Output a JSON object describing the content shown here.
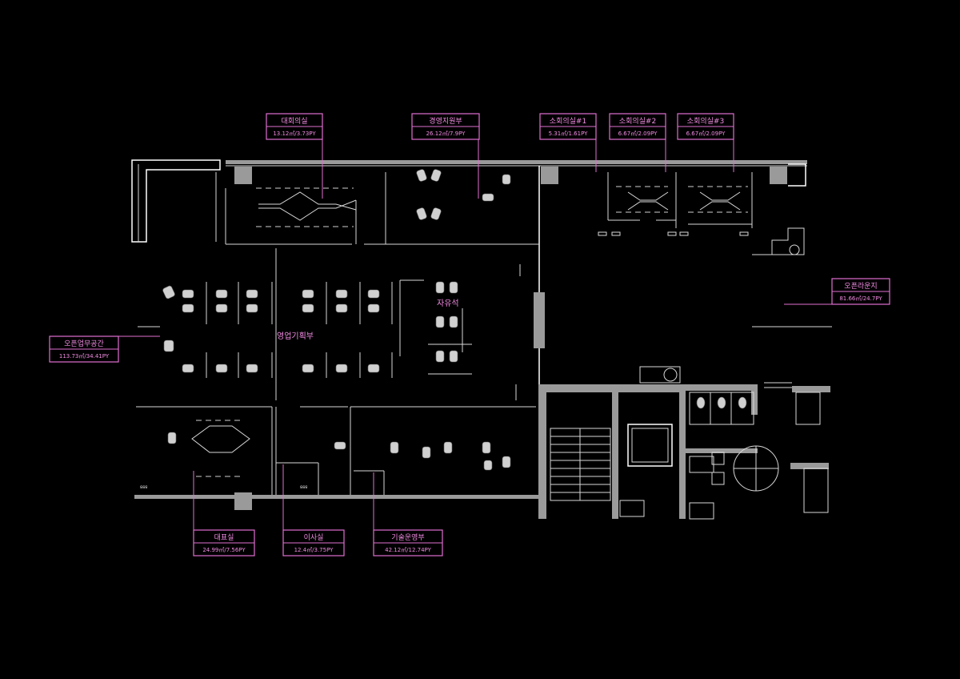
{
  "colors": {
    "background": "#000000",
    "label": "#f28be3",
    "wall": "#9a9a9a",
    "line": "#d8d8d8"
  },
  "rooms": [
    {
      "id": "meeting",
      "name": "대회의실",
      "area": "13.12㎡/3.73PY"
    },
    {
      "id": "mgmt",
      "name": "경영지원부",
      "area": "26.12㎡/7.9PY"
    },
    {
      "id": "small1",
      "name": "소회의실#1",
      "area": "5.31㎡/1.61PY"
    },
    {
      "id": "small2",
      "name": "소회의실#2",
      "area": "6.67㎡/2.09PY"
    },
    {
      "id": "small3",
      "name": "소회의실#3",
      "area": "6.67㎡/2.09PY"
    },
    {
      "id": "lounge",
      "name": "오픈라운지",
      "area": "81.66㎡/24.7PY"
    },
    {
      "id": "openwork",
      "name": "오픈업무공간",
      "area": "113.73㎡/34.41PY"
    },
    {
      "id": "ceo",
      "name": "대표실",
      "area": "24.99㎡/7.56PY"
    },
    {
      "id": "director",
      "name": "이사실",
      "area": "12.4㎡/3.75PY"
    },
    {
      "id": "tech",
      "name": "기술운영부",
      "area": "42.12㎡/12.74PY"
    }
  ],
  "zones": {
    "hotdesk": "자유석",
    "sales": "영업기획부"
  }
}
